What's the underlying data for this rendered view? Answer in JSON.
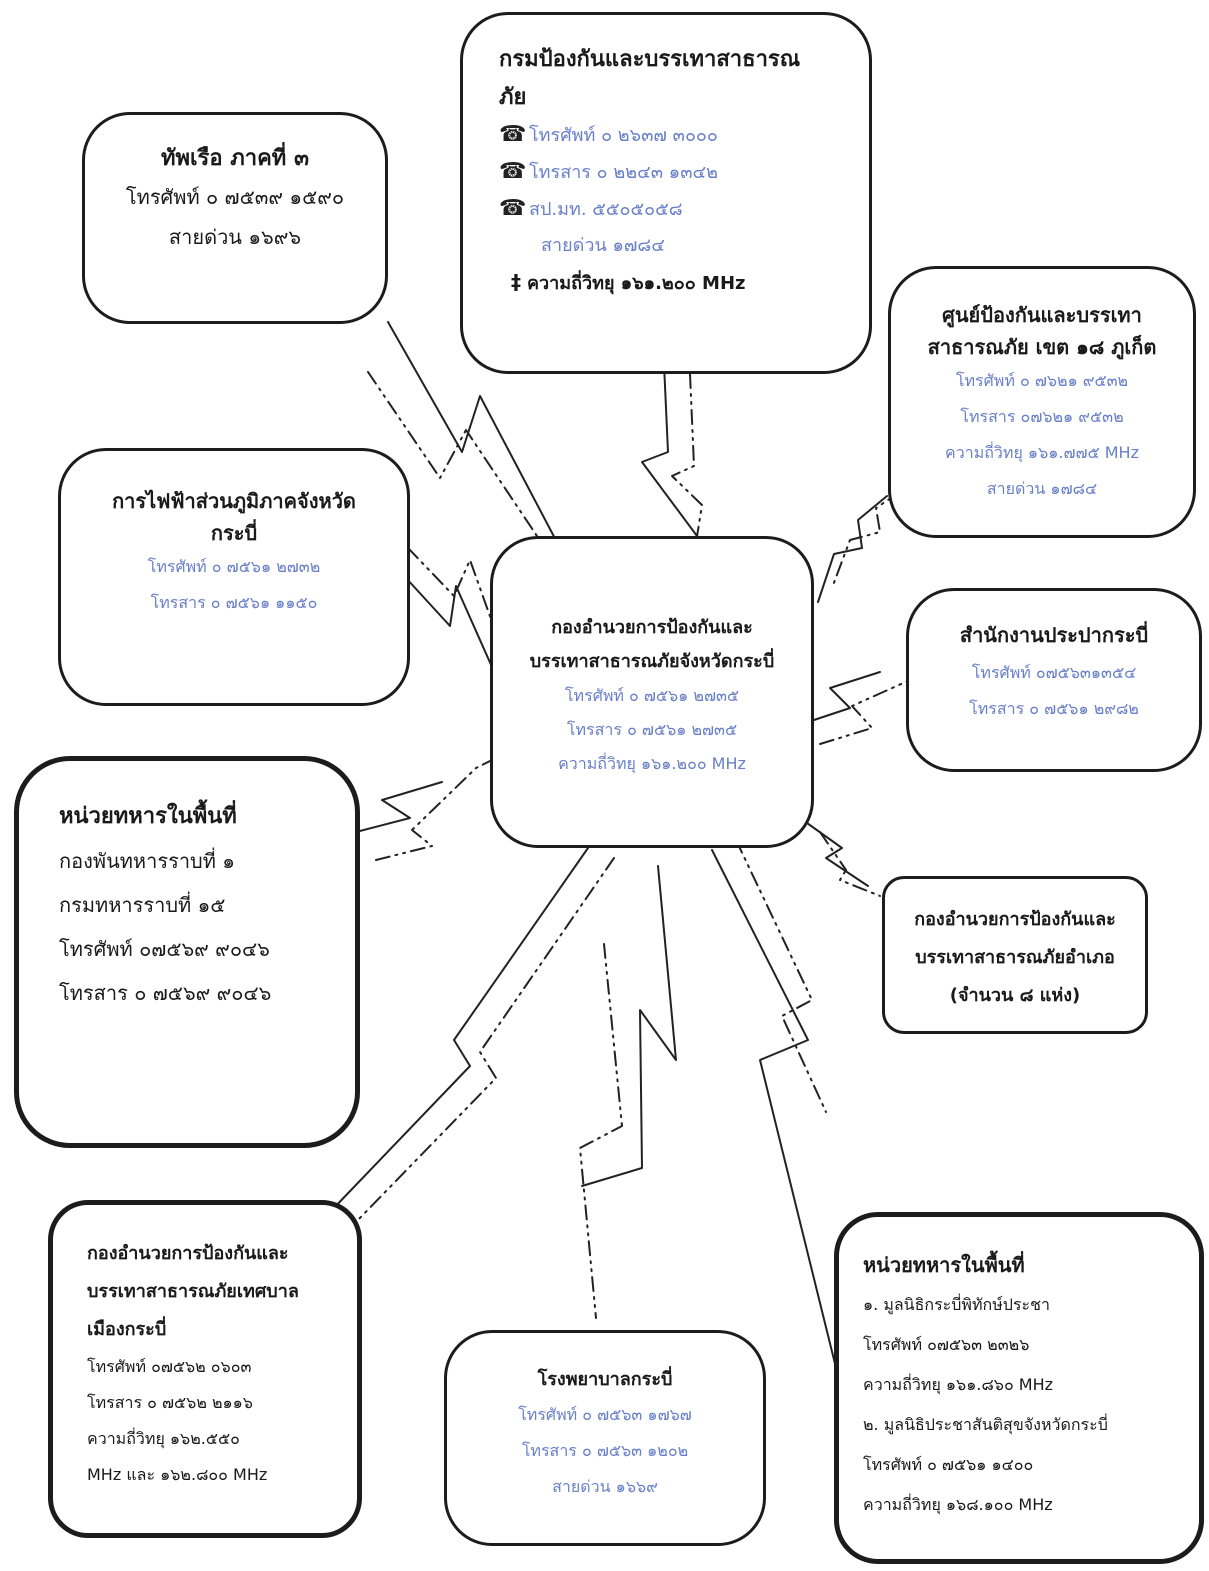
{
  "center": {
    "title": "กองอำนวยการป้องกันและบรรเทาสาธารณภัยจังหวัดกระบี่",
    "phone": "โทรศัพท์ ๐ ๗๕๖๑ ๒๗๓๕",
    "fax": "โทรสาร ๐ ๗๕๖๑ ๒๗๓๕",
    "radio": "ความถี่วิทยุ ๑๖๑.๒๐๐ MHz"
  },
  "dept": {
    "title_1": "กรมป้องกันและบรรเทาสาธารณ",
    "title_2": "ภัย",
    "phone": "โทรศัพท์ ๐ ๒๖๓๗ ๓๐๐๐",
    "fax": "โทรสาร ๐ ๒๒๔๓ ๑๓๔๒",
    "spmt": "สป.มท. ๕๕๐๕๐๕๘",
    "hotline": "สายด่วน ๑๗๘๔",
    "radio": "ความถี่วิทยุ ๑๖๑.๒๐๐  MHz",
    "phone_icon": "☎",
    "radio_icon": "‡"
  },
  "navy": {
    "title": "ทัพเรือ ภาคที่ ๓",
    "phone": "โทรศัพท์ ๐ ๗๕๓๙ ๑๕๙๐",
    "hotline": "สายด่วน ๑๖๙๖"
  },
  "region_center": {
    "title_1": "ศูนย์ป้องกันและบรรเทา",
    "title_2": "สาธารณภัย  เขต ๑๘ ภูเก็ต",
    "phone": "โทรศัพท์ ๐ ๗๖๒๑ ๙๕๓๒",
    "fax": "โทรสาร ๐๗๖๒๑ ๙๕๓๒",
    "radio": "ความถี่วิทยุ ๑๖๑.๗๗๕ MHz",
    "hotline": "สายด่วน ๑๗๘๔"
  },
  "electric": {
    "title_1": "การไฟฟ้าส่วนภูมิภาคจังหวัด",
    "title_2": "กระบี่",
    "phone": "โทรศัพท์ ๐ ๗๕๖๑ ๒๗๓๒",
    "fax": "โทรสาร ๐ ๗๕๖๑ ๑๑๕๐"
  },
  "water": {
    "title": "สำนักงานประปากระบี่",
    "phone": "โทรศัพท์ ๐๗๕๖๓๑๓๕๔",
    "fax": "โทรสาร ๐ ๗๕๖๑ ๒๙๘๒"
  },
  "military_left": {
    "title": "หน่วยทหารในพื้นที่",
    "line1": "กองพันทหารราบที่ ๑",
    "line2": "กรมทหารราบที่ ๑๕",
    "phone": "โทรศัพท์ ๐๗๕๖๙ ๙๐๔๖",
    "fax": "โทรสาร ๐ ๗๕๖๙ ๙๐๔๖"
  },
  "district": {
    "line1": "กองอำนวยการป้องกันและ",
    "line2": "บรรเทาสาธารณภัยอำเภอ",
    "line3": "(จำนวน  ๘  แห่ง)"
  },
  "municipal": {
    "title_1": "กองอำนวยการป้องกันและ",
    "title_2": "บรรเทาสาธารณภัยเทศบาล",
    "title_3": "เมืองกระบี่",
    "phone": "โทรศัพท์ ๐๗๕๖๒ ๐๖๐๓",
    "fax": "โทรสาร ๐ ๗๕๖๒ ๒๑๑๖",
    "radio_1": "ความถี่วิทยุ ๑๖๒.๕๕๐",
    "radio_2": "MHz และ ๑๖๒.๘๐๐ MHz"
  },
  "hospital": {
    "title": "โรงพยาบาลกระบี่",
    "phone": "โทรศัพท์ ๐ ๗๕๖๓ ๑๗๖๗",
    "fax": "โทรสาร ๐ ๗๕๖๓ ๑๒๐๒",
    "hotline": "สายด่วน ๑๖๖๙"
  },
  "military_right": {
    "title": "หน่วยทหารในพื้นที่",
    "item1": "๑. มูลนิธิกระบี่พิทักษ์ประชา",
    "phone1": "โทรศัพท์ ๐๗๕๖๓ ๒๓๒๖",
    "radio1": "ความถี่วิทยุ ๑๖๑.๘๖๐ MHz",
    "item2": "๒. มูลนิธิประชาสันติสุขจังหวัดกระบี่",
    "phone2": "โทรศัพท์ ๐ ๗๕๖๑ ๑๔๐๐",
    "radio2": "ความถี่วิทยุ ๑๖๘.๑๐๐ MHz"
  },
  "colors": {
    "border": "#1c1c1c",
    "blue_text": "#6a80c8",
    "link": "#222222"
  }
}
